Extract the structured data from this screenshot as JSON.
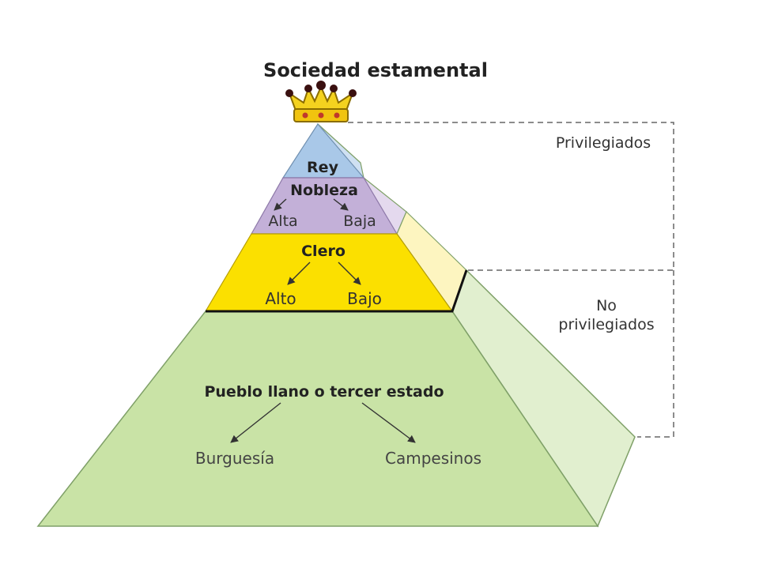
{
  "title": "Sociedad estamental",
  "side_labels": {
    "privileged": "Privilegiados",
    "non_privileged_line1": "No",
    "non_privileged_line2": "privilegiados"
  },
  "tiers": {
    "rey": {
      "label": "Rey",
      "color": "#a9c8e8"
    },
    "nobleza": {
      "label": "Nobleza",
      "sub_left": "Alta",
      "sub_right": "Baja",
      "color": "#c3b0d8"
    },
    "clero": {
      "label": "Clero",
      "sub_left": "Alto",
      "sub_right": "Bajo",
      "color": "#fbe000"
    },
    "pueblo": {
      "label": "Pueblo llano o tercer estado",
      "sub_left": "Burguesía",
      "sub_right": "Campesinos",
      "color": "#c9e3a6"
    }
  },
  "icons": {
    "crown": "crown-icon"
  }
}
